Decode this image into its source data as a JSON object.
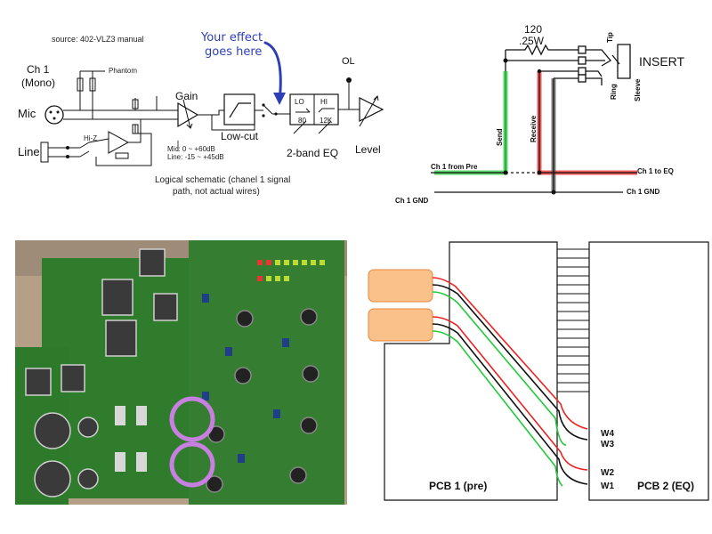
{
  "schematic": {
    "source": "source: 402-VLZ3 manual",
    "ch_title": "Ch 1",
    "ch_sub": "(Mono)",
    "phantom": "Phantom",
    "mic": "Mic",
    "line": "Line",
    "hiz": "Hi-Z",
    "gain": "Gain",
    "gain_note_1": "Mic: 0 ~ +60dB",
    "gain_note_2": "Line: -15 ~ +45dB",
    "lowcut": "Low-cut",
    "effect_1": "Your effect",
    "effect_2": "goes here",
    "ol": "OL",
    "eq_lo": "LO",
    "eq_hi": "HI",
    "eq_80": "80",
    "eq_12k": "12K",
    "eq_label": "2-band  EQ",
    "level": "Level",
    "caption_1": "Logical schematic (chanel 1 signal",
    "caption_2": "path, not actual wires)"
  },
  "insert": {
    "r_value": "120",
    "r_watt": ".25W",
    "tip": "Tip",
    "title": "INSERT",
    "ring": "Ring",
    "sleeve": "Sleeve",
    "send": "Send",
    "receive": "Receive",
    "from_pre": "Ch 1 from Pre",
    "to_eq": "Ch 1 to EQ",
    "gnd_left": "Ch 1 GND",
    "gnd_right": "Ch 1 GND",
    "colors": {
      "send": "#22c93a",
      "receive": "#ee2222",
      "sleeve": "#555555"
    }
  },
  "wiring": {
    "pcb1": "PCB 1 (pre)",
    "pcb2": "PCB 2 (EQ)",
    "w4": "W4",
    "w3": "W3",
    "w2": "W2",
    "w1": "W1",
    "jack_color": "#fbc18b"
  },
  "photo": {
    "board_color": "#2f7d2c",
    "highlight_color": "#c77fe0"
  }
}
